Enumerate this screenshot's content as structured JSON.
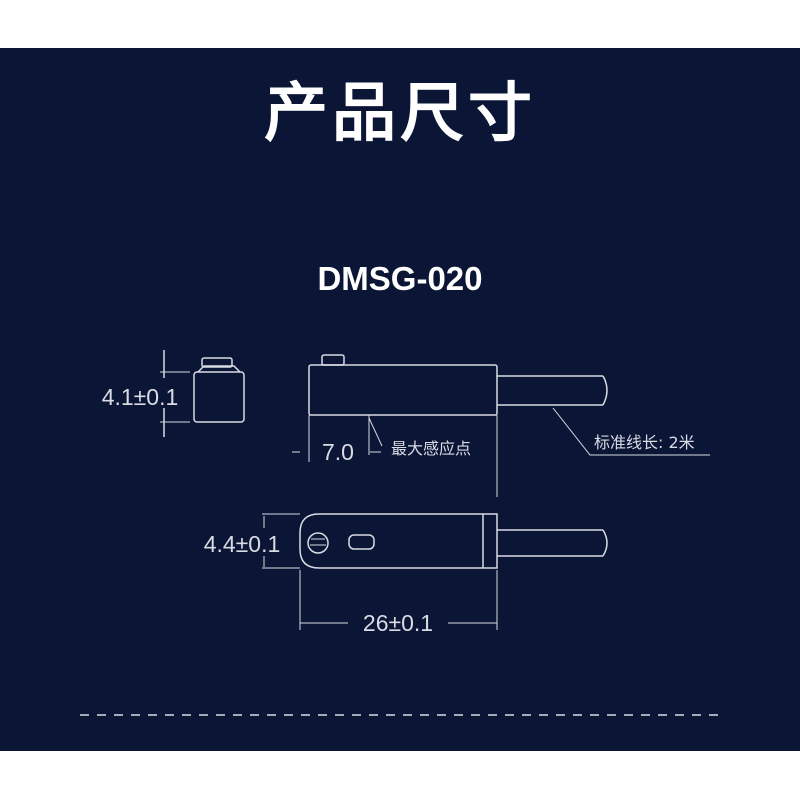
{
  "page": {
    "title": "产品尺寸",
    "model": "DMSG-020"
  },
  "dimensions": {
    "height_side": "4.1±0.1",
    "sensing_offset": "7.0",
    "sensing_point_label": "最大感应点",
    "cable_length_label": "标准线长: 2米",
    "width_top": "4.4±0.1",
    "length": "26±0.1"
  },
  "colors": {
    "background": "#0b1535",
    "line": "#d9dce4",
    "text": "#ffffff"
  }
}
